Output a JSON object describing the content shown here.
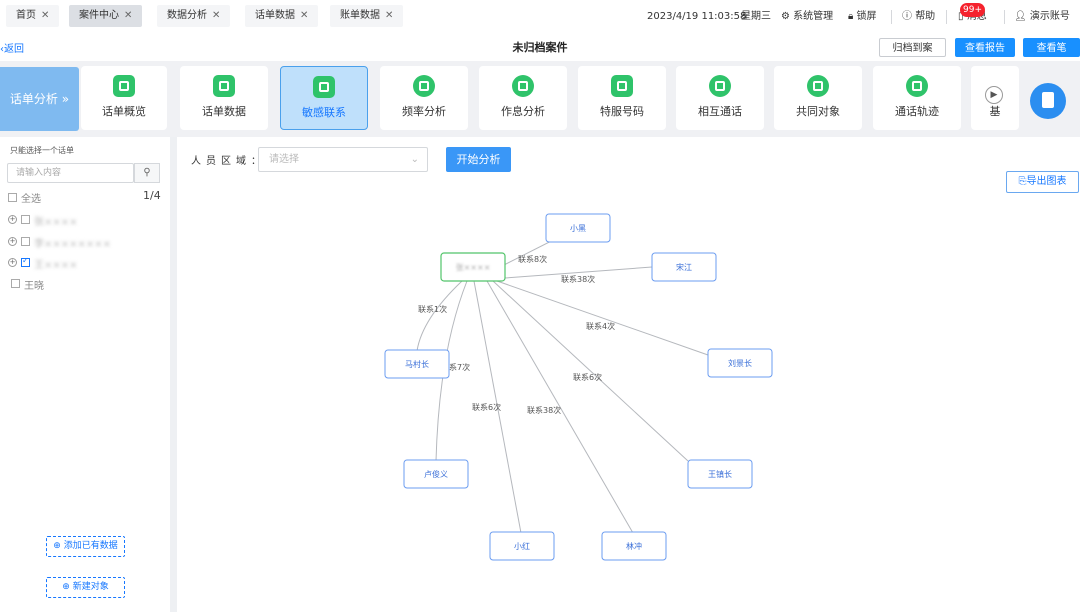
{
  "tabs": [
    {
      "label": "首页",
      "active": false
    },
    {
      "label": "案件中心",
      "active": true
    },
    {
      "label": "数据分析",
      "active": false
    },
    {
      "label": "话单数据",
      "active": false
    },
    {
      "label": "账单数据",
      "active": false
    }
  ],
  "topbar": {
    "datetime": "2023/4/19 11:03:58",
    "weekday": "星期三",
    "system": "系统管理",
    "lock": "锁屏",
    "help": "帮助",
    "badge": "99+",
    "message": "消息",
    "account": "演示账号"
  },
  "subbar": {
    "back": "返回",
    "title": "未归档案件",
    "archive": "归档到案件",
    "report": "查看报告",
    "notes": "查看笔记"
  },
  "strip": {
    "analysis_label": "话单分析 »",
    "cards": [
      {
        "label": "话单概览"
      },
      {
        "label": "话单数据"
      },
      {
        "label": "敏感联系"
      },
      {
        "label": "频率分析"
      },
      {
        "label": "作息分析"
      },
      {
        "label": "特服号码"
      },
      {
        "label": "相互通话"
      },
      {
        "label": "共同对象"
      },
      {
        "label": "通话轨迹"
      },
      {
        "label": "基"
      }
    ]
  },
  "left": {
    "hint": "只能选择一个话单",
    "search_placeholder": "请输入内容",
    "select_all": "全选",
    "count": "1/4",
    "items": [
      {
        "label": "张××××",
        "checked": false
      },
      {
        "label": "李××××××××",
        "checked": false
      },
      {
        "label": "王××××",
        "checked": true
      },
      {
        "label": "王晓",
        "checked": false
      }
    ],
    "add_existing": "添加已有数据",
    "new_object": "新建对象"
  },
  "main": {
    "area_label": "人员区域：",
    "select_placeholder": "请选择",
    "start": "开始分析",
    "export": "导出图表"
  },
  "graph": {
    "center": "张××××",
    "nodes": [
      "小黑",
      "宋江",
      "刘景长",
      "王镇长",
      "林冲",
      "小红",
      "卢俊义",
      "马村长"
    ],
    "edges": [
      "联系8次",
      "联系38次",
      "联系4次",
      "联系6次",
      "联系38次",
      "联系6次",
      "联系7次",
      "联系1次"
    ]
  },
  "watermark": "演示账号",
  "colors": {
    "primary": "#1890ff",
    "accent": "#2fc36a",
    "selected_bg": "#bfe0fb"
  }
}
